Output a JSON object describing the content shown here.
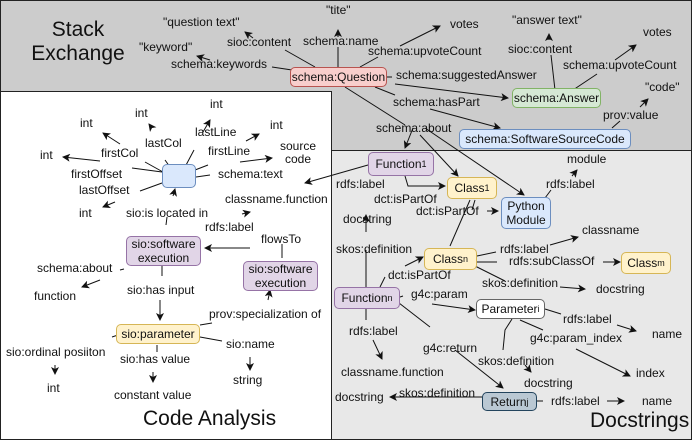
{
  "panels": {
    "stack_exchange": {
      "title_line1": "Stack",
      "title_line2": "Exchange",
      "bg": "#cccccc"
    },
    "code_analysis": {
      "title": "Code Analysis",
      "bg": "#ffffff"
    },
    "docstrings": {
      "title": "Docstrings",
      "bg": "#e8e8e8"
    }
  },
  "colors": {
    "question": "#f8cecc",
    "answer": "#d5e8d4",
    "code": "#dae8fc",
    "execution": "#e1d5e7",
    "parameter": "#fff2cc",
    "return": "#bac8d3"
  },
  "nodes": {
    "question": "schema:Question",
    "answer": "schema:Answer",
    "source_code": "schema:SoftwareSourceCode",
    "code_location": "",
    "exec1_l1": "sio:software",
    "exec1_l2": "execution",
    "exec2_l1": "sio:software",
    "exec2_l2": "execution",
    "sio_parameter": "sio:parameter",
    "function1": "Function",
    "function1_sub": "1",
    "class1": "Class",
    "class1_sub": "1",
    "python_module_l1": "Python",
    "python_module_l2": "Module",
    "classn": "Class",
    "classn_sub": "n",
    "classm": "Class",
    "classm_sub": "m",
    "functionn": "Function",
    "functionn_sub": "n",
    "parameteri": "Parameter",
    "parameteri_sub": "i",
    "returnj": "Return",
    "returnj_sub": "j"
  },
  "stack_exchange": {
    "question_text": "\"question text\"",
    "sioc_content_q": "sioc:content",
    "keyword": "\"keyword\"",
    "schema_keywords": "schema:keywords",
    "tite": "\"tite\"",
    "schema_name": "schema:name",
    "votes_q": "votes",
    "upvote_q": "schema:upvoteCount",
    "suggested_answer": "schema:suggestedAnswer",
    "has_part": "schema:hasPart",
    "schema_about": "schema:about",
    "answer_text": "\"answer text\"",
    "sioc_content_a": "sioc:content",
    "votes_a": "votes",
    "upvote_a": "schema:upvoteCount",
    "code_literal": "\"code\"",
    "prov_value": "prov:value"
  },
  "code_analysis": {
    "int_lastline": "int",
    "lastLine": "lastLine",
    "int_lastcol": "int",
    "lastCol": "lastCol",
    "int_firstcol": "int",
    "firstCol": "firstCol",
    "int_firstline": "int",
    "firstLine": "firstLine",
    "int_firstoffset": "int",
    "firstOffset": "firstOffset",
    "lastOffset": "lastOffset",
    "int_lastoffset": "int",
    "source_code_l1": "source",
    "source_code_l2": "code",
    "schema_text": "schema:text",
    "is_located_in": "sio:is located in",
    "classname_function": "classname.function",
    "rdfs_label": "rdfs:label",
    "flowsTo": "flowsTo",
    "schema_about": "schema:about",
    "function": "function",
    "has_input": "sio:has input",
    "specialization_of": "prov:specialization of",
    "ordinal_position": "sio:ordinal posiiton",
    "int_ordinal": "int",
    "has_value": "sio:has value",
    "constant_value": "constant value",
    "sio_name": "sio:name",
    "string": "string"
  },
  "docstrings": {
    "rdfs_label_f1": "rdfs:label",
    "dct_ispartof_f1": "dct:isPartOf",
    "dct_ispartof_c1": "dct:isPartOf",
    "module": "module",
    "rdfs_label_module": "rdfs:label",
    "docstring_f": "docstring",
    "skos_def_f": "skos:definition",
    "classname": "classname",
    "rdfs_label_cn": "rdfs:label",
    "subclassof": "rdfs:subClassOf",
    "dct_ispartof_fn": "dct:isPartOf",
    "skos_def_cn": "skos:definition",
    "docstring_cn": "docstring",
    "g4c_param": "g4c:param",
    "rdfs_label_p": "rdfs:label",
    "name_p": "name",
    "param_index": "g4c:param_index",
    "rdfs_label_fn": "rdfs:label",
    "g4c_return": "g4c:return",
    "skos_def_p": "skos:definition",
    "index": "index",
    "classname_function": "classname.function",
    "docstring_p": "docstring",
    "docstring_r": "docstring",
    "skos_def_r": "skos:definition",
    "rdfs_label_r": "rdfs:label",
    "name_r": "name"
  }
}
